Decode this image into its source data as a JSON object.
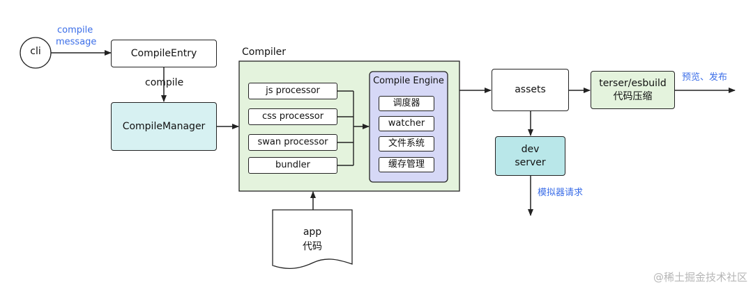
{
  "nodes": {
    "cli": "cli",
    "compile_entry": "CompileEntry",
    "compile_manager": "CompileManager",
    "compiler_title": "Compiler",
    "processors": [
      "js processor",
      "css processor",
      "swan processor",
      "bundler"
    ],
    "engine_title": "Compile Engine",
    "engine_items": [
      "调度器",
      "watcher",
      "文件系统",
      "缓存管理"
    ],
    "assets": "assets",
    "minify_line1": "terser/esbuild",
    "minify_line2": "代码压缩",
    "dev_server_line1": "dev",
    "dev_server_line2": "server",
    "app_code_line1": "app",
    "app_code_line2": "代码"
  },
  "edge_labels": {
    "cli_to_entry_line1": "compile",
    "cli_to_entry_line2": "message",
    "entry_to_manager": "compile",
    "preview_publish": "预览、发布",
    "simulator_request": "模拟器请求"
  },
  "watermark": "@稀土掘金技术社区",
  "colors": {
    "accent_text": "#3b6ee8",
    "compiler_fill": "#e4f3dd",
    "manager_fill": "#d7f1f2",
    "engine_fill": "#d6d8f6",
    "minify_fill": "#e4f3dd",
    "dev_server_fill": "#b9e7e9"
  }
}
